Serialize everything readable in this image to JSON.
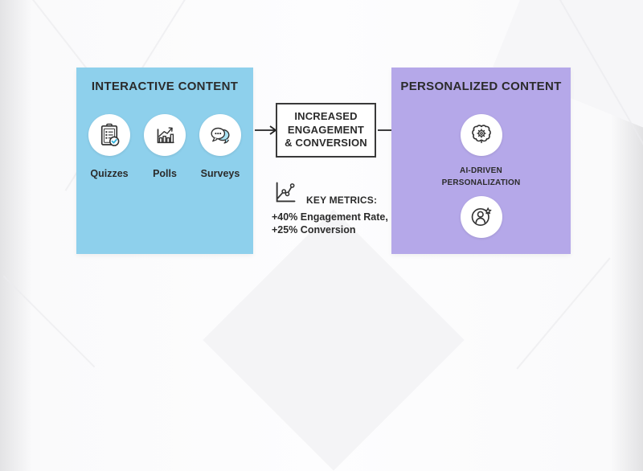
{
  "figure": {
    "left_panel": {
      "title": "INTERACTIVE CONTENT",
      "items": [
        {
          "icon": "clipboard-check-icon",
          "label": "Quizzes"
        },
        {
          "icon": "bar-chart-icon",
          "label": "Polls"
        },
        {
          "icon": "chat-bubbles-icon",
          "label": "Surveys"
        }
      ]
    },
    "center": {
      "arrow_icons": [
        "right-arrow-icon",
        "right-arrow-icon"
      ],
      "box_lines": [
        "INCREASED",
        "ENGAGEMENT",
        "& CONVERSION"
      ],
      "metrics": {
        "icon": "line-chart-icon",
        "heading": "KEY METRICS:",
        "line1": "+40% Engagement Rate,",
        "line2": "+25% Conversion"
      }
    },
    "right_panel": {
      "title": "PERSONALIZED CONTENT",
      "ai_item": {
        "icon": "brain-gear-icon",
        "label_line1": "AI-DRIVEN",
        "label_line2": "PERSONALIZATION"
      },
      "user_item": {
        "icon": "person-star-icon"
      }
    },
    "colors": {
      "left_panel_bg": "#8ed0ec",
      "right_panel_bg": "#b5a8e9",
      "accent_blue": "#35b4dd",
      "bubble_fill": "#a9e2f3",
      "ink": "#2b2b2b",
      "box_border": "#3a3a3a"
    }
  }
}
